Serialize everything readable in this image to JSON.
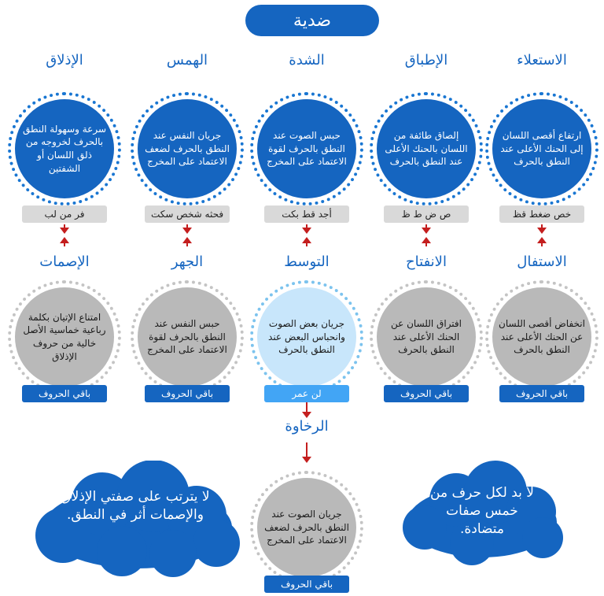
{
  "title": "ضدية",
  "columns": [
    {
      "top_title": "الاستعلاء",
      "top_desc": "ارتفاع أقصى اللسان إلى الحنك الأعلى عند النطق بالحرف",
      "top_letters": "خص ضغط قظ",
      "bottom_title": "الاستفال",
      "bottom_desc": "انخفاض أقصى اللسان عن الحنك الأعلى عند النطق بالحرف",
      "bottom_letters": "باقي الحروف"
    },
    {
      "top_title": "الإطباق",
      "top_desc": "إلصاق طائفة من اللسان بالحنك الأعلى عند النطق بالحرف",
      "top_letters": "ص ض ط ظ",
      "bottom_title": "الانفتاح",
      "bottom_desc": "افتراق اللسان عن الحنك الأعلى عند النطق بالحرف",
      "bottom_letters": "باقي الحروف"
    },
    {
      "top_title": "الشدة",
      "top_desc": "حبس الصوت عند النطق بالحرف لقوة الاعتماد على المخرج",
      "top_letters": "أجد قط بكت",
      "bottom_title": "التوسط",
      "bottom_desc": "جريان بعض الصوت وانحباس البعض عند النطق بالحرف",
      "bottom_letters": "لن عمر"
    },
    {
      "top_title": "الهمس",
      "top_desc": "جريان النفس عند النطق بالحرف لضعف الاعتماد على المخرج",
      "top_letters": "فحثه شخص سكت",
      "bottom_title": "الجهر",
      "bottom_desc": "حبس النفس عند النطق بالحرف لقوة الاعتماد على المخرج",
      "bottom_letters": "باقي الحروف"
    },
    {
      "top_title": "الإذلاق",
      "top_desc": "سرعة وسهولة النطق بالحرف لخروجه من ذلق اللسان أو الشفتين",
      "top_letters": "فر من لب",
      "bottom_title": "الإصمات",
      "bottom_desc": "امتناع الإتيان بكلمة رباعية خماسية الأصل خالية من حروف الإذلاق",
      "bottom_letters": "باقي الحروف"
    }
  ],
  "rakhawa": {
    "title": "الرخاوة",
    "desc": "جريان الصوت عند النطق بالحرف لضعف الاعتماد على المخرج",
    "letters": "باقي الحروف"
  },
  "clouds": {
    "left": "لا يترتب على صفتي الإذلاق والإصمات أثر في النطق.",
    "right": "لا بد لكل حرف من خمس صفات متضادة."
  },
  "colors": {
    "dark_blue": "#1565c0",
    "light_blue": "#c8e6fb",
    "gray": "#b9b9b9",
    "arrow_red": "#c41e1e"
  }
}
